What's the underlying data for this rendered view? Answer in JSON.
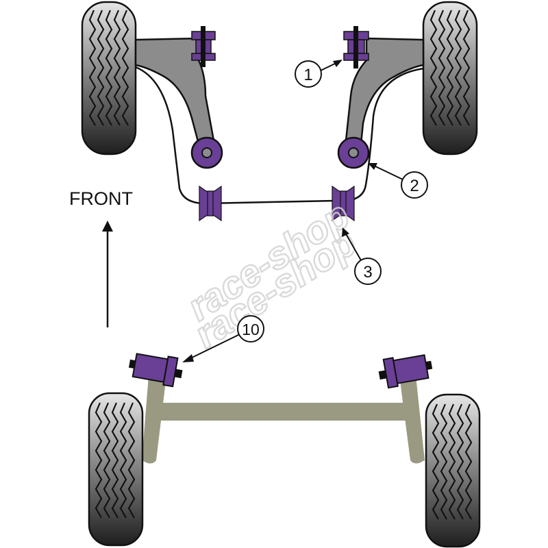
{
  "diagram": {
    "direction_label": "FRONT",
    "watermark": [
      "race-shop",
      "race-shop"
    ],
    "callouts": [
      {
        "id": "callout-1",
        "text": "1",
        "target": "front-right-lower-arm-front-bushing"
      },
      {
        "id": "callout-2",
        "text": "2",
        "target": "front-right-lower-arm-rear-bushing"
      },
      {
        "id": "callout-3",
        "text": "3",
        "target": "front-anti-roll-bar-bushing"
      },
      {
        "id": "callout-10",
        "text": "10",
        "target": "rear-beam-mount-bushing"
      }
    ],
    "colors": {
      "bushing": "#6a3f96",
      "arm_front": "#8c8c8c",
      "beam_rear": "#9a9a82",
      "tyre_light": "#d8d8d8",
      "tyre_dark": "#2a2a2a",
      "outline": "#111111",
      "watermark": "#d9d9d9"
    }
  }
}
